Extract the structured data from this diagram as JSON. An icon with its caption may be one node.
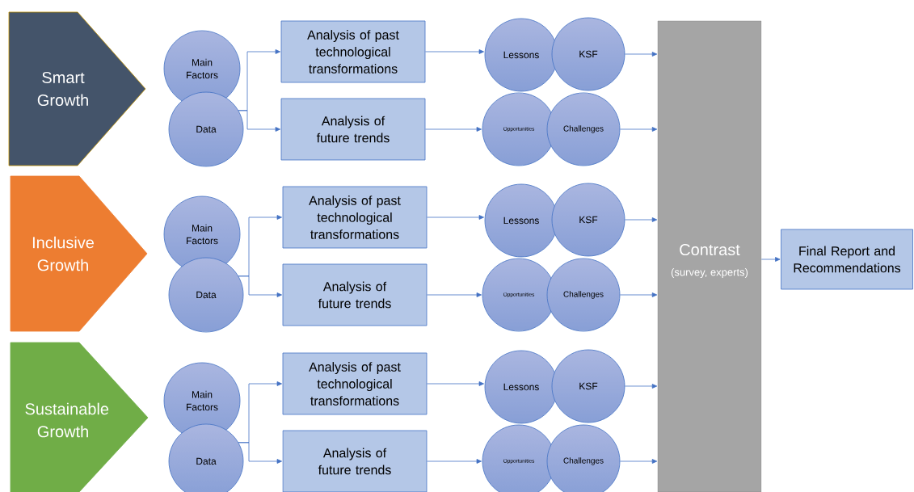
{
  "diagram": {
    "nodes": [
      {
        "text": [
          "Smart Growth"
        ]
      },
      {
        "text": [
          "Main Factors"
        ]
      },
      {
        "text": [
          "Data"
        ]
      },
      {
        "text": [
          "Analysis of past technological transformations"
        ]
      },
      {
        "text": [
          "Analysis of future trends"
        ]
      },
      {
        "text": [
          "Lessons"
        ]
      },
      {
        "text": [
          "KSF"
        ]
      },
      {
        "text": [
          "Opportunities"
        ]
      },
      {
        "text": [
          "Challenges"
        ]
      },
      {
        "text": [
          "Inclusive Growth"
        ]
      },
      {
        "text": [
          "Main Factors"
        ]
      },
      {
        "text": [
          "Data"
        ]
      },
      {
        "text": [
          "Analysis of past technological transformations"
        ]
      },
      {
        "text": [
          "Analysis of future trends"
        ]
      },
      {
        "text": [
          "Lessons"
        ]
      },
      {
        "text": [
          "KSF"
        ]
      },
      {
        "text": [
          "Opportunities"
        ]
      },
      {
        "text": [
          "Challenges"
        ]
      },
      {
        "text": [
          "Sustainable Growth"
        ]
      },
      {
        "text": [
          "Main Factors"
        ]
      },
      {
        "text": [
          "Data"
        ]
      },
      {
        "text": [
          "Analysis of past technological transformations"
        ]
      },
      {
        "text": [
          "Analysis of future trends"
        ]
      },
      {
        "text": [
          "Lessons"
        ]
      },
      {
        "text": [
          "KSF"
        ]
      },
      {
        "text": [
          "Opportunities"
        ]
      },
      {
        "text": [
          "Challenges"
        ]
      },
      {
        "text": [
          "Contrast",
          "(survey, experts)"
        ]
      },
      {
        "text": [
          "Final Report and Recommendations"
        ]
      }
    ],
    "edges": [
      {
        "from": 2,
        "to": 3,
        "arrow": "to"
      },
      {
        "from": 2,
        "to": 4,
        "arrow": "to"
      },
      {
        "from": 3,
        "to": 5,
        "arrow": "to"
      },
      {
        "from": 4,
        "to": 7,
        "arrow": "to"
      },
      {
        "from": 6,
        "to": 27,
        "arrow": "to"
      },
      {
        "from": 8,
        "to": 27,
        "arrow": "to"
      },
      {
        "from": 11,
        "to": 12,
        "arrow": "to"
      },
      {
        "from": 11,
        "to": 13,
        "arrow": "to"
      },
      {
        "from": 12,
        "to": 14,
        "arrow": "to"
      },
      {
        "from": 13,
        "to": 16,
        "arrow": "to"
      },
      {
        "from": 15,
        "to": 27,
        "arrow": "to"
      },
      {
        "from": 17,
        "to": 27,
        "arrow": "to"
      },
      {
        "from": 20,
        "to": 21,
        "arrow": "to"
      },
      {
        "from": 20,
        "to": 22,
        "arrow": "to"
      },
      {
        "from": 21,
        "to": 23,
        "arrow": "to"
      },
      {
        "from": 22,
        "to": 25,
        "arrow": "to"
      },
      {
        "from": 24,
        "to": 27,
        "arrow": "to"
      },
      {
        "from": 26,
        "to": 27,
        "arrow": "to"
      },
      {
        "from": 27,
        "to": 28,
        "arrow": "to"
      }
    ]
  }
}
